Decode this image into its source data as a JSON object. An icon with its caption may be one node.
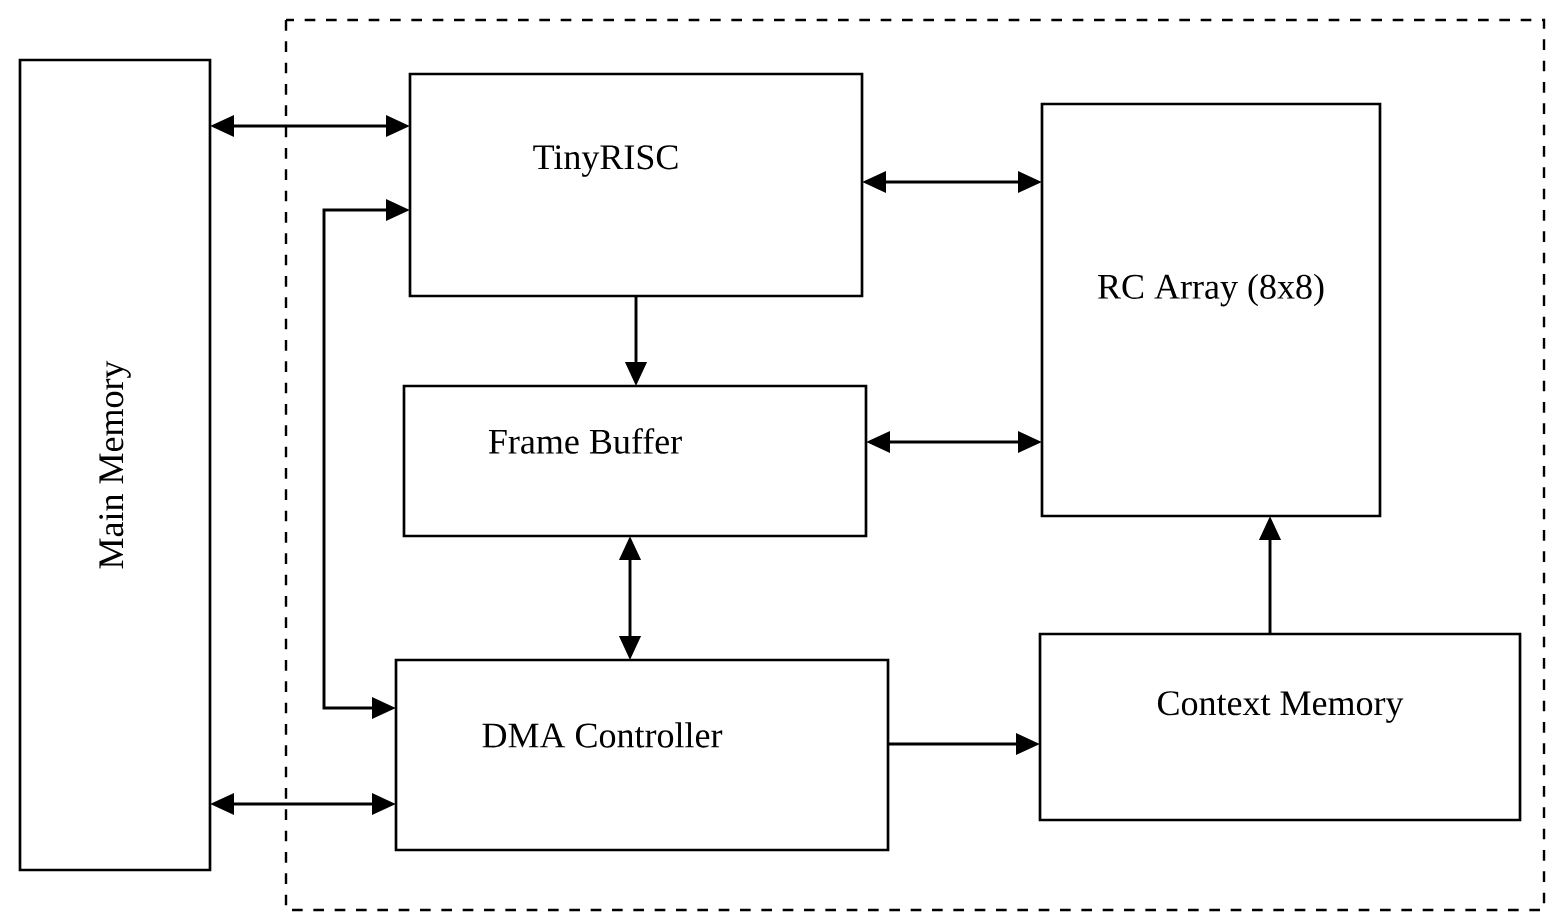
{
  "diagram": {
    "nodes": [
      {
        "text": [
          "Main Memory"
        ]
      },
      {
        "text": [
          "TinyRISC"
        ]
      },
      {
        "text": [
          "RC Array (8x8)"
        ]
      },
      {
        "text": [
          "Frame Buffer"
        ]
      },
      {
        "text": [
          "DMA Controller"
        ]
      },
      {
        "text": [
          "Context Memory"
        ]
      }
    ],
    "edges": [
      {
        "from": 0,
        "to": 1,
        "arrow": "both"
      },
      {
        "from": 1,
        "to": 2,
        "arrow": "both"
      },
      {
        "from": 1,
        "to": 4,
        "arrow": "both"
      },
      {
        "from": 1,
        "to": 3,
        "arrow": "to"
      },
      {
        "from": 3,
        "to": 2,
        "arrow": "both"
      },
      {
        "from": 3,
        "to": 4,
        "arrow": "both"
      },
      {
        "from": 0,
        "to": 4,
        "arrow": "both"
      },
      {
        "from": 4,
        "to": 5,
        "arrow": "to"
      },
      {
        "from": 5,
        "to": 2,
        "arrow": "to"
      }
    ]
  }
}
